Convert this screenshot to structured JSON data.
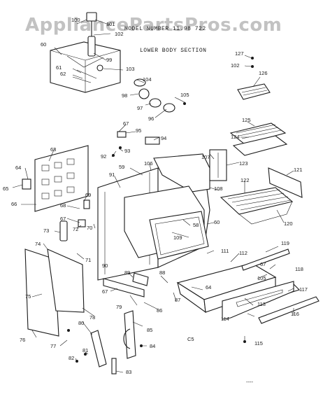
{
  "watermark": "AppliancePartsPros.com",
  "header": {
    "model_line": "MODEL NUMBER  11.98 722",
    "section_title": "LOWER BODY SECTION"
  },
  "footer": {
    "code": "C5",
    "stamp": "----"
  },
  "callouts": [
    "100",
    "101",
    "102",
    "60",
    "61",
    "62",
    "99",
    "103",
    "104",
    "98",
    "105",
    "97",
    "96",
    "67",
    "95",
    "94",
    "92",
    "93",
    "127",
    "102",
    "126",
    "125",
    "124",
    "63",
    "64",
    "65",
    "66",
    "91",
    "59",
    "106",
    "107",
    "123",
    "121",
    "122",
    "68",
    "69",
    "67",
    "70",
    "72",
    "73",
    "108",
    "58",
    "60",
    "120",
    "74",
    "71",
    "90",
    "109",
    "111",
    "112",
    "119",
    "67",
    "118",
    "75",
    "89",
    "88",
    "105",
    "64",
    "117",
    "67",
    "79",
    "86",
    "87",
    "113",
    "78",
    "116",
    "114",
    "76",
    "77",
    "80",
    "85",
    "84",
    "81",
    "82",
    "83",
    "115"
  ],
  "colors": {
    "ink": "#1a1a1a",
    "paper": "#ffffff",
    "watermark": "#b8b8b8"
  }
}
